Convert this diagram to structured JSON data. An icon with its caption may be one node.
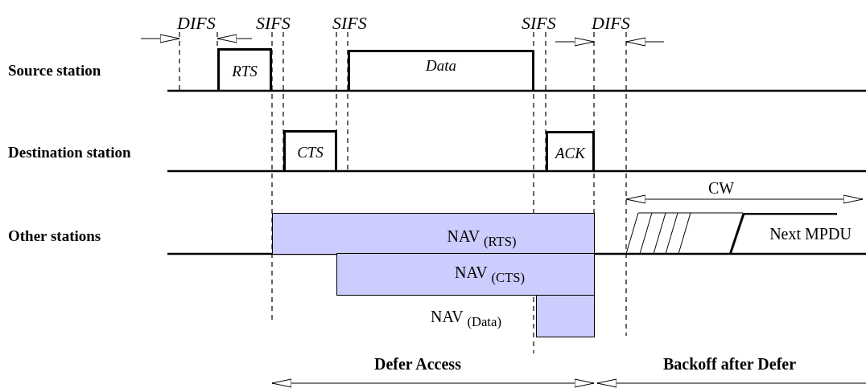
{
  "diagram": {
    "nodes": [
      {
        "text": [
          "RTS"
        ]
      },
      {
        "text": [
          "Data"
        ]
      },
      {
        "text": [
          "CTS"
        ]
      },
      {
        "text": [
          "ACK"
        ]
      },
      {
        "text": [
          "NAV $_{(RTS)}$"
        ]
      },
      {
        "text": [
          "NAV $_{(CTS)}$"
        ]
      },
      {
        "text": [],
        "shape": "box"
      },
      {
        "text": [
          "Next MPDU"
        ]
      }
    ],
    "edges": [],
    "labels": [
      "DIFS",
      "SIFS",
      "SIFS",
      "SIFS",
      "DIFS",
      "Source station",
      "Destination station",
      "CW",
      "Other stations",
      "NAV $_{(Data)}$",
      "Defer Access",
      "Backoff after Defer"
    ]
  }
}
